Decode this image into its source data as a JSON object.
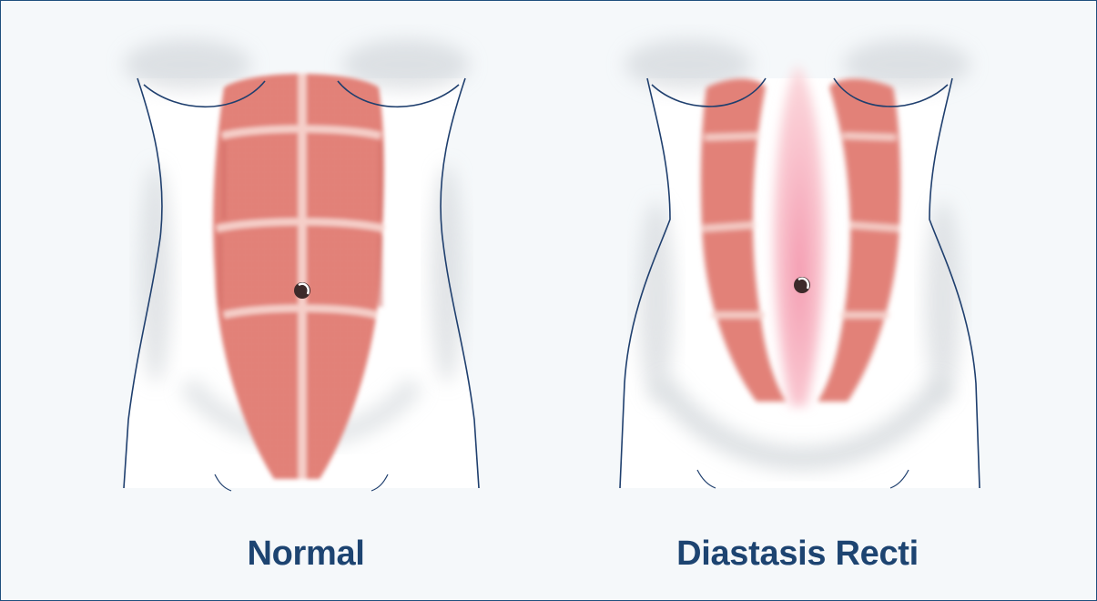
{
  "captions": {
    "normal": "Normal",
    "diastasis": "Diastasis Recti"
  },
  "colors": {
    "caption": "#1d4471",
    "outline": "#1f3f6e",
    "frame_border": "#1f4f7e",
    "background": "#f5f8fa",
    "muscle": "#e3837a",
    "muscle_texture": "#d4695f",
    "linea_alba": "#f5cfc9",
    "separation": "#f9c4cf"
  },
  "icons": {
    "left_figure": "torso-normal-abdominal-muscles",
    "right_figure": "torso-separated-abdominal-muscles",
    "navel": "navel-mark"
  }
}
